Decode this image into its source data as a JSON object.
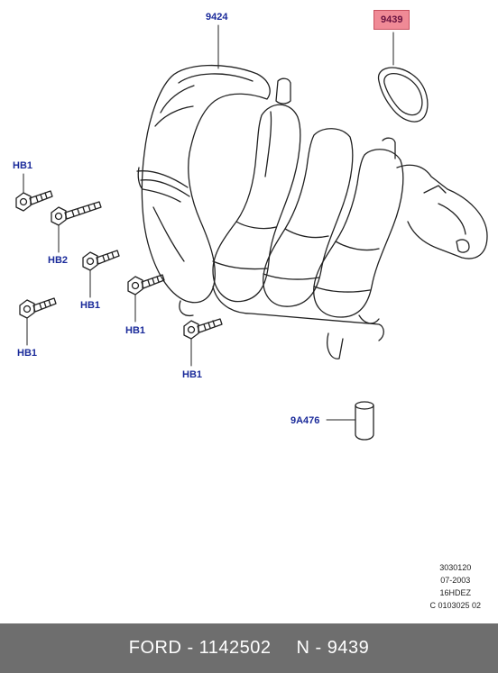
{
  "callouts": {
    "c9424": "9424",
    "c9439": "9439",
    "hb1_a": "HB1",
    "hb2": "HB2",
    "hb1_b": "HB1",
    "hb1_c": "HB1",
    "hb1_d": "HB1",
    "hb1_e": "HB1",
    "c9a476": "9A476"
  },
  "meta": {
    "line1": "3030120",
    "line2": "07-2003",
    "line3": "16HDEZ",
    "line4": "C 0103025 02"
  },
  "footer": {
    "part": "FORD - 1142502",
    "ref": "N - 9439"
  },
  "colors": {
    "highlight": "#f08a96",
    "callout_text": "#1a2a9a",
    "footer_bg": "#6e6e6e"
  }
}
